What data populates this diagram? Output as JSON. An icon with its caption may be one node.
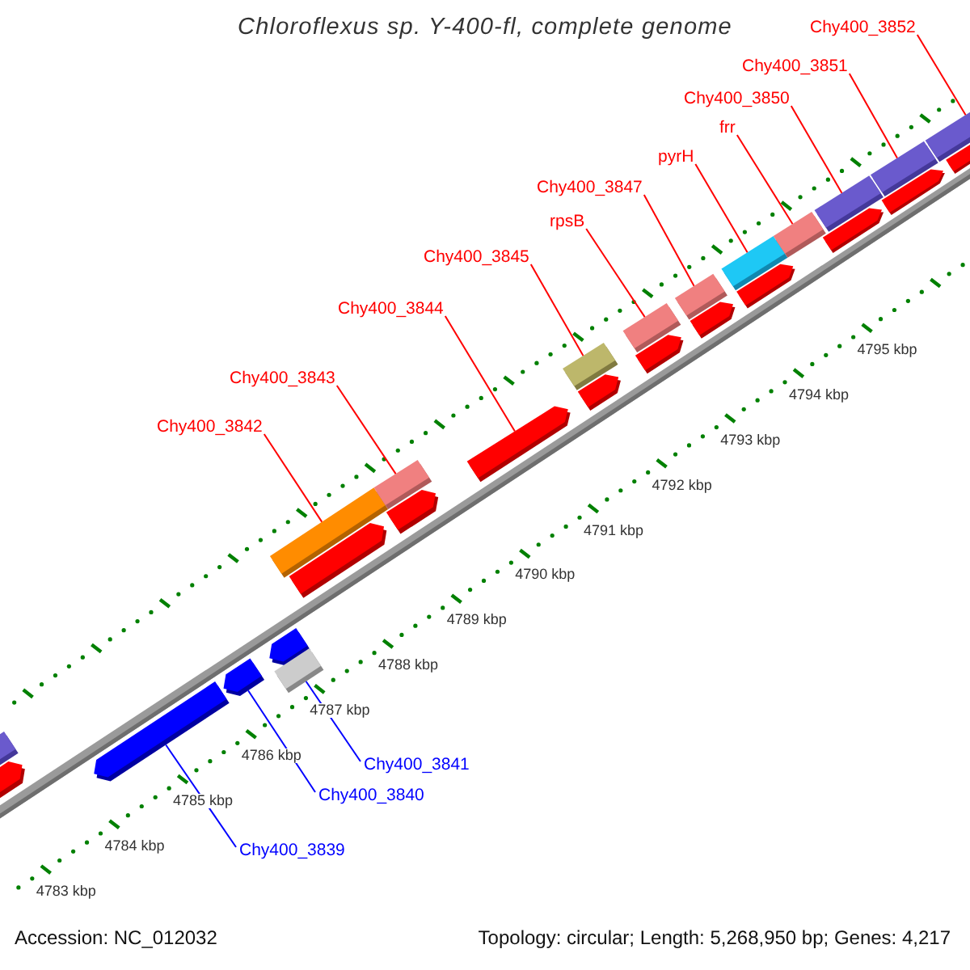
{
  "diagram": {
    "title": "Chloroflexus sp. Y-400-fl, complete genome",
    "nodes": [
      {
        "text": [
          "Chy400_3842"
        ]
      },
      {
        "text": [
          "Chy400_3843"
        ]
      },
      {
        "text": [
          "Chy400_3844"
        ]
      },
      {
        "text": [
          "Chy400_3845"
        ]
      },
      {
        "text": [
          "rpsB"
        ]
      },
      {
        "text": [
          "Chy400_3847"
        ]
      },
      {
        "text": [
          "pyrH"
        ]
      },
      {
        "text": [
          "frr"
        ]
      },
      {
        "text": [
          "Chy400_3850"
        ]
      },
      {
        "text": [
          "Chy400_3851"
        ]
      },
      {
        "text": [
          "Chy400_3852"
        ]
      },
      {
        "text": [
          "Chy400_3841"
        ]
      },
      {
        "text": [
          "Chy400_3840"
        ]
      },
      {
        "text": [
          "Chy400_3839"
        ]
      },
      {
        "text": [],
        "shape": "bar"
      },
      {
        "text": [],
        "shape": "bar"
      },
      {
        "text": [],
        "shape": "bar"
      },
      {
        "text": [],
        "shape": "bar"
      },
      {
        "text": [],
        "shape": "bar"
      },
      {
        "text": [],
        "shape": "bar"
      },
      {
        "text": [],
        "shape": "bar"
      },
      {
        "text": [],
        "shape": "bar"
      },
      {
        "text": [],
        "shape": "bar"
      },
      {
        "text": [],
        "shape": "bar"
      },
      {
        "text": [],
        "shape": "bar"
      },
      {
        "text": [],
        "shape": "bar"
      },
      {
        "text": [],
        "shape": "bar"
      },
      {
        "text": [],
        "shape": "bar"
      },
      {
        "text": [],
        "shape": "bar"
      },
      {
        "text": [],
        "shape": "bar"
      },
      {
        "text": [],
        "shape": "bar"
      },
      {
        "text": [],
        "shape": "bar"
      },
      {
        "text": [],
        "shape": "bar"
      },
      {
        "text": [],
        "shape": "bar"
      },
      {
        "text": [],
        "shape": "bar"
      },
      {
        "text": [],
        "shape": "bar"
      },
      {
        "text": [],
        "shape": "bar"
      },
      {
        "text": [],
        "shape": "bar"
      },
      {
        "text": [],
        "shape": "bar"
      },
      {
        "text": [],
        "shape": "bar"
      }
    ],
    "edges": [
      {
        "from": 0,
        "to": 20,
        "arrow": "none"
      },
      {
        "from": 1,
        "to": 23,
        "arrow": "none"
      },
      {
        "from": 2,
        "to": 24,
        "arrow": "none"
      },
      {
        "from": 3,
        "to": 25,
        "arrow": "none"
      },
      {
        "from": 4,
        "to": 28,
        "arrow": "none"
      },
      {
        "from": 5,
        "to": 30,
        "arrow": "none"
      },
      {
        "from": 6,
        "to": 31,
        "arrow": "none"
      },
      {
        "from": 7,
        "to": 33,
        "arrow": "none"
      },
      {
        "from": 8,
        "to": 35,
        "arrow": "none"
      },
      {
        "from": 9,
        "to": 37,
        "arrow": "none"
      },
      {
        "from": 10,
        "to": 38,
        "arrow": "none"
      },
      {
        "from": 11,
        "to": 19,
        "arrow": "none",
        "color": "#0000ff"
      },
      {
        "from": 12,
        "to": 17,
        "arrow": "none",
        "color": "#0000ff"
      },
      {
        "from": 13,
        "to": 16,
        "arrow": "none",
        "color": "#0000ff"
      }
    ],
    "labels": [
      "4795 kbp",
      "4794 kbp",
      "4793 kbp",
      "4792 kbp",
      "4791 kbp",
      "4790 kbp",
      "4789 kbp",
      "4788 kbp",
      "4787 kbp",
      "4786 kbp",
      "4785 kbp",
      "4784 kbp",
      "4783 kbp",
      "Accession: NC_012032",
      "Topology: circular; Length: 5,268,950 bp; Genes: 4,217"
    ]
  }
}
